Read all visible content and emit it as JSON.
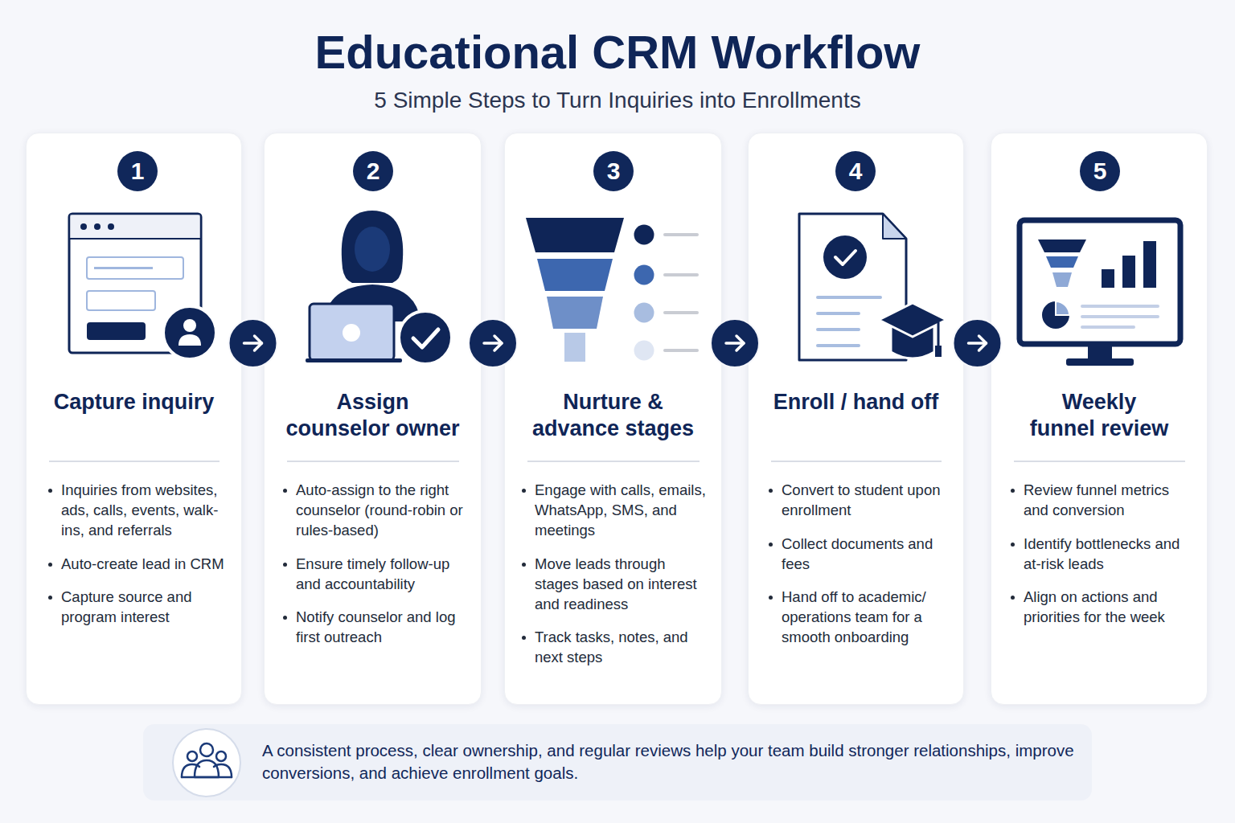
{
  "diagram": {
    "title": "Educational CRM Workflow",
    "nodes": [
      {
        "text": [
          "Capture inquiry",
          "Inquiries from websites, ads, calls, events, walk-ins, and referrals",
          "Auto-create lead in CRM",
          "Capture source and program interest"
        ]
      },
      {
        "text": [
          "1"
        ],
        "in": 0
      },
      {
        "text": [
          "Assign counselor owner",
          "Auto-assign to the right counselor (round-robin or rules-based)",
          "Ensure timely follow-up and accountability",
          "Notify counselor and log first outreach"
        ]
      },
      {
        "text": [
          "2"
        ],
        "in": 2
      },
      {
        "text": [
          "Nurture & advance stages",
          "Engage with calls, emails, WhatsApp, SMS, and meetings",
          "Move leads through stages based on interest and readiness",
          "Track tasks, notes, and next steps"
        ]
      },
      {
        "text": [
          "3"
        ],
        "in": 4
      },
      {
        "text": [
          "Enroll / hand off",
          "Convert to student upon enrollment",
          "Collect documents and fees",
          "Hand off to academic/ operations team for a smooth onboarding"
        ]
      },
      {
        "text": [
          "4"
        ],
        "in": 6
      },
      {
        "text": [
          "Weekly funnel review",
          "Review funnel metrics and conversion",
          "Identify bottlenecks and at-risk leads",
          "Align on actions and priorities for the week"
        ]
      },
      {
        "text": [
          "5"
        ],
        "in": 8
      },
      {
        "text": [
          "A consistent process, clear ownership, and regular reviews help your team build stronger relationships, improve conversions, and achieve enrollment goals."
        ]
      }
    ],
    "edges": [
      {
        "from": 0,
        "to": 2,
        "arrow": "to"
      },
      {
        "from": 2,
        "to": 4,
        "arrow": "to"
      },
      {
        "from": 4,
        "to": 6,
        "arrow": "to"
      },
      {
        "from": 6,
        "to": 8,
        "arrow": "to"
      }
    ],
    "labels": [
      "5 Simple Steps to Turn Inquiries into Enrollments"
    ]
  }
}
